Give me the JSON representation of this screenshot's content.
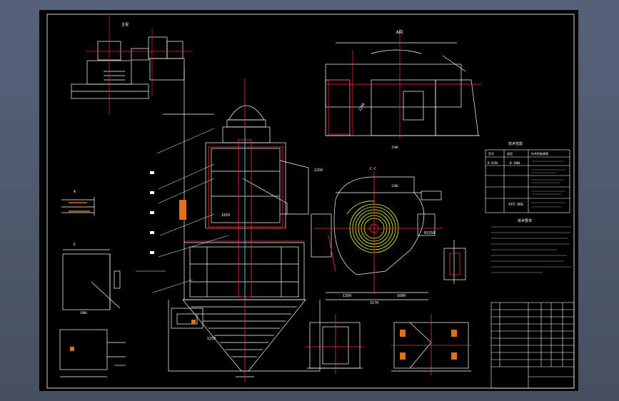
{
  "drawing": {
    "top_view_label": "主视",
    "view_a_label": "A向",
    "section_label": "C-C",
    "detail_label_1": "A",
    "detail_label_2": "B",
    "colors": {
      "viewport": "#000000",
      "frame": "#ffffff",
      "centerline": "#ff2020",
      "circle": "#ffff40",
      "note": "#ffffff"
    }
  },
  "dimensions": {
    "d1": "1810",
    "d2": "1250",
    "d3": "1500",
    "d4": "1200",
    "d5": "1800",
    "d6": "R1550",
    "d7": "2250",
    "d8": "2200",
    "d9": "1350",
    "d10": "1600",
    "d11": "3170"
  },
  "spec_table": {
    "title": "技术性能",
    "rows": [
      [
        "型号",
        "选型",
        "技术性能规格"
      ],
      [
        "B-SGPA",
        "N-1000",
        ""
      ],
      [
        "",
        "",
        ""
      ],
      [
        "",
        "",
        ""
      ],
      [
        "",
        "XYZ-36G",
        ""
      ]
    ]
  },
  "notes": {
    "title": "技术要求",
    "lines": [
      "1.",
      "2.",
      "3.",
      "4.",
      "5."
    ]
  },
  "title_block": {
    "rows": 9
  }
}
